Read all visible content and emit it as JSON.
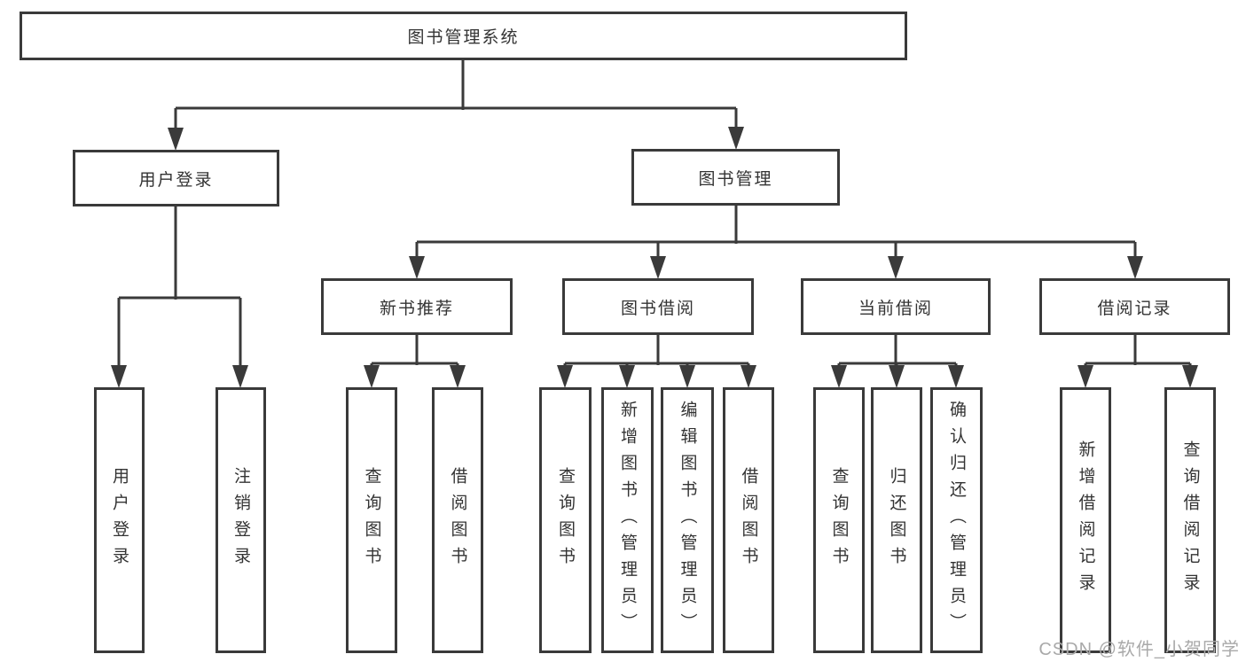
{
  "title": "图书管理系统",
  "watermark": "CSDN @软件_小贺同学",
  "colors": {
    "line": "#3a3a3a",
    "box_border": "#3a3a3a",
    "text": "#333333",
    "watermark": "#a9a9a9",
    "background": "#ffffff"
  },
  "tree": {
    "label": "图书管理系统",
    "children": [
      {
        "label": "用户登录",
        "children": [
          {
            "label": "用户登录"
          },
          {
            "label": "注销登录"
          }
        ]
      },
      {
        "label": "图书管理",
        "children": [
          {
            "label": "新书推荐",
            "children": [
              {
                "label": "查询图书"
              },
              {
                "label": "借阅图书"
              }
            ]
          },
          {
            "label": "图书借阅",
            "children": [
              {
                "label": "查询图书"
              },
              {
                "label": "新增图书（管理员）"
              },
              {
                "label": "编辑图书（管理员）"
              },
              {
                "label": "借阅图书"
              }
            ]
          },
          {
            "label": "当前借阅",
            "children": [
              {
                "label": "查询图书"
              },
              {
                "label": "归还图书"
              },
              {
                "label": "确认归还（管理员）"
              }
            ]
          },
          {
            "label": "借阅记录",
            "children": [
              {
                "label": "新增借阅记录"
              },
              {
                "label": "查询借阅记录"
              }
            ]
          }
        ]
      }
    ]
  }
}
